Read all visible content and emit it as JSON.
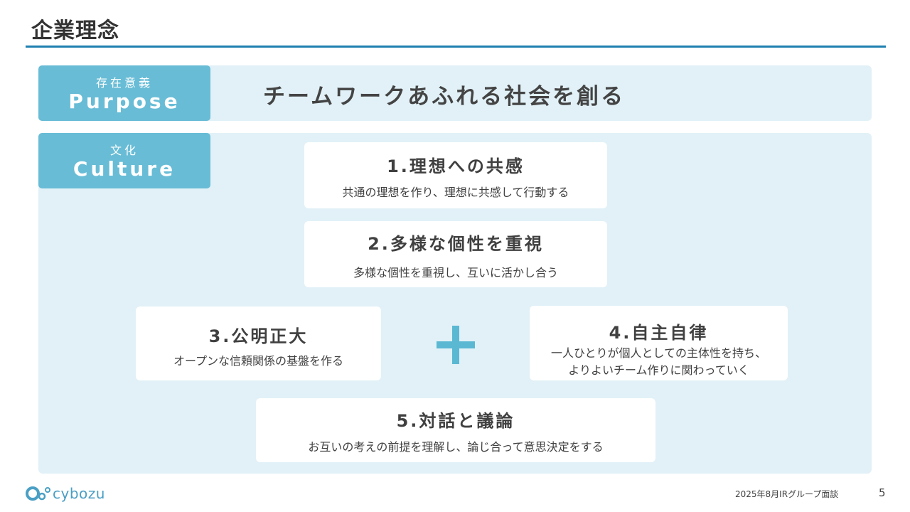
{
  "header": {
    "title": "企業理念"
  },
  "purpose": {
    "tag_jp": "存在意義",
    "tag_en": "Purpose",
    "statement": "チームワークあふれる社会を創る"
  },
  "culture": {
    "tag_jp": "文化",
    "tag_en": "Culture",
    "items": [
      {
        "title": "1.理想への共感",
        "desc": "共通の理想を作り、理想に共感して行動する"
      },
      {
        "title": "2.多様な個性を重視",
        "desc": "多様な個性を重視し、互いに活かし合う"
      },
      {
        "title": "3.公明正大",
        "desc": "オープンな信頼関係の基盤を作る"
      },
      {
        "title": "4.自主自律",
        "desc": "一人ひとりが個人としての主体性を持ち、\nよりよいチーム作りに関わっていく"
      },
      {
        "title": "5.対話と議論",
        "desc": "お互いの考えの前提を理解し、論じ合って意思決定をする"
      }
    ]
  },
  "footer": {
    "logo_text": "cybozu",
    "event": "2025年8月IRグループ面談",
    "page_number": "5"
  },
  "colors": {
    "accent": "#68bcd6",
    "panel_bg": "#e1f1f7",
    "rule": "#1e7fb0",
    "plus": "#5bb8d3",
    "logo": "#4a9fc4"
  }
}
